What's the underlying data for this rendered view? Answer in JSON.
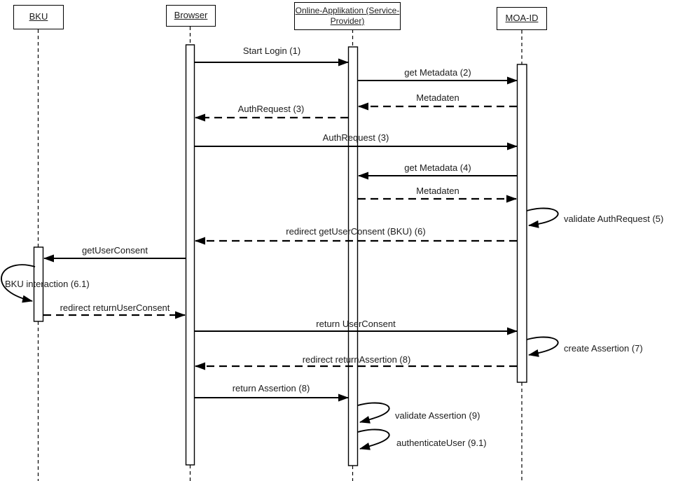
{
  "diagram": {
    "kind": "uml-sequence-diagram",
    "background_color": "#ffffff",
    "line_color": "#000000",
    "text_color": "#1b1b1b"
  },
  "actors": [
    {
      "id": "bku",
      "label": "BKU"
    },
    {
      "id": "browser",
      "label": "Browser"
    },
    {
      "id": "online-applikation",
      "label": "Online-Applikation (Service-\nProvider)"
    },
    {
      "id": "moa-id",
      "label": "MOA-ID"
    }
  ],
  "messages": [
    {
      "label": "Start Login (1)",
      "from": "Browser",
      "to": "Online-Applikation (Service-Provider)",
      "line": "solid"
    },
    {
      "label": "get Metadata (2)",
      "from": "Online-Applikation (Service-Provider)",
      "to": "MOA-ID",
      "line": "solid"
    },
    {
      "label": "Metadaten",
      "from": "MOA-ID",
      "to": "Online-Applikation (Service-Provider)",
      "line": "dashed"
    },
    {
      "label": "AuthRequest (3)",
      "from": "Online-Applikation (Service-Provider)",
      "to": "Browser",
      "line": "dashed"
    },
    {
      "label": "AuthRequest (3)",
      "from": "Browser",
      "to": "MOA-ID",
      "line": "solid"
    },
    {
      "label": "get Metadata (4)",
      "from": "MOA-ID",
      "to": "Online-Applikation (Service-Provider)",
      "line": "solid"
    },
    {
      "label": "Metadaten",
      "from": "Online-Applikation (Service-Provider)",
      "to": "MOA-ID",
      "line": "dashed"
    },
    {
      "label": "validate AuthRequest (5)",
      "from": "MOA-ID",
      "to": "MOA-ID",
      "line": "self"
    },
    {
      "label": "redirect getUserConsent (BKU) (6)",
      "from": "MOA-ID",
      "to": "Browser",
      "line": "dashed"
    },
    {
      "label": "getUserConsent",
      "from": "Browser",
      "to": "BKU",
      "line": "solid"
    },
    {
      "label": "BKU interaction (6.1)",
      "from": "BKU",
      "to": "BKU",
      "line": "self"
    },
    {
      "label": "redirect returnUserConsent",
      "from": "BKU",
      "to": "Browser",
      "line": "dashed"
    },
    {
      "label": "return UserConsent",
      "from": "Browser",
      "to": "MOA-ID",
      "line": "solid"
    },
    {
      "label": "create Assertion (7)",
      "from": "MOA-ID",
      "to": "MOA-ID",
      "line": "self"
    },
    {
      "label": "redirect returnAssertion (8)",
      "from": "MOA-ID",
      "to": "Browser",
      "line": "dashed"
    },
    {
      "label": "return Assertion (8)",
      "from": "Browser",
      "to": "Online-Applikation (Service-Provider)",
      "line": "solid"
    },
    {
      "label": "validate Assertion (9)",
      "from": "Online-Applikation (Service-Provider)",
      "to": "Online-Applikation (Service-Provider)",
      "line": "self"
    },
    {
      "label": "authenticateUser (9.1)",
      "from": "Online-Applikation (Service-Provider)",
      "to": "Online-Applikation (Service-Provider)",
      "line": "self"
    }
  ]
}
